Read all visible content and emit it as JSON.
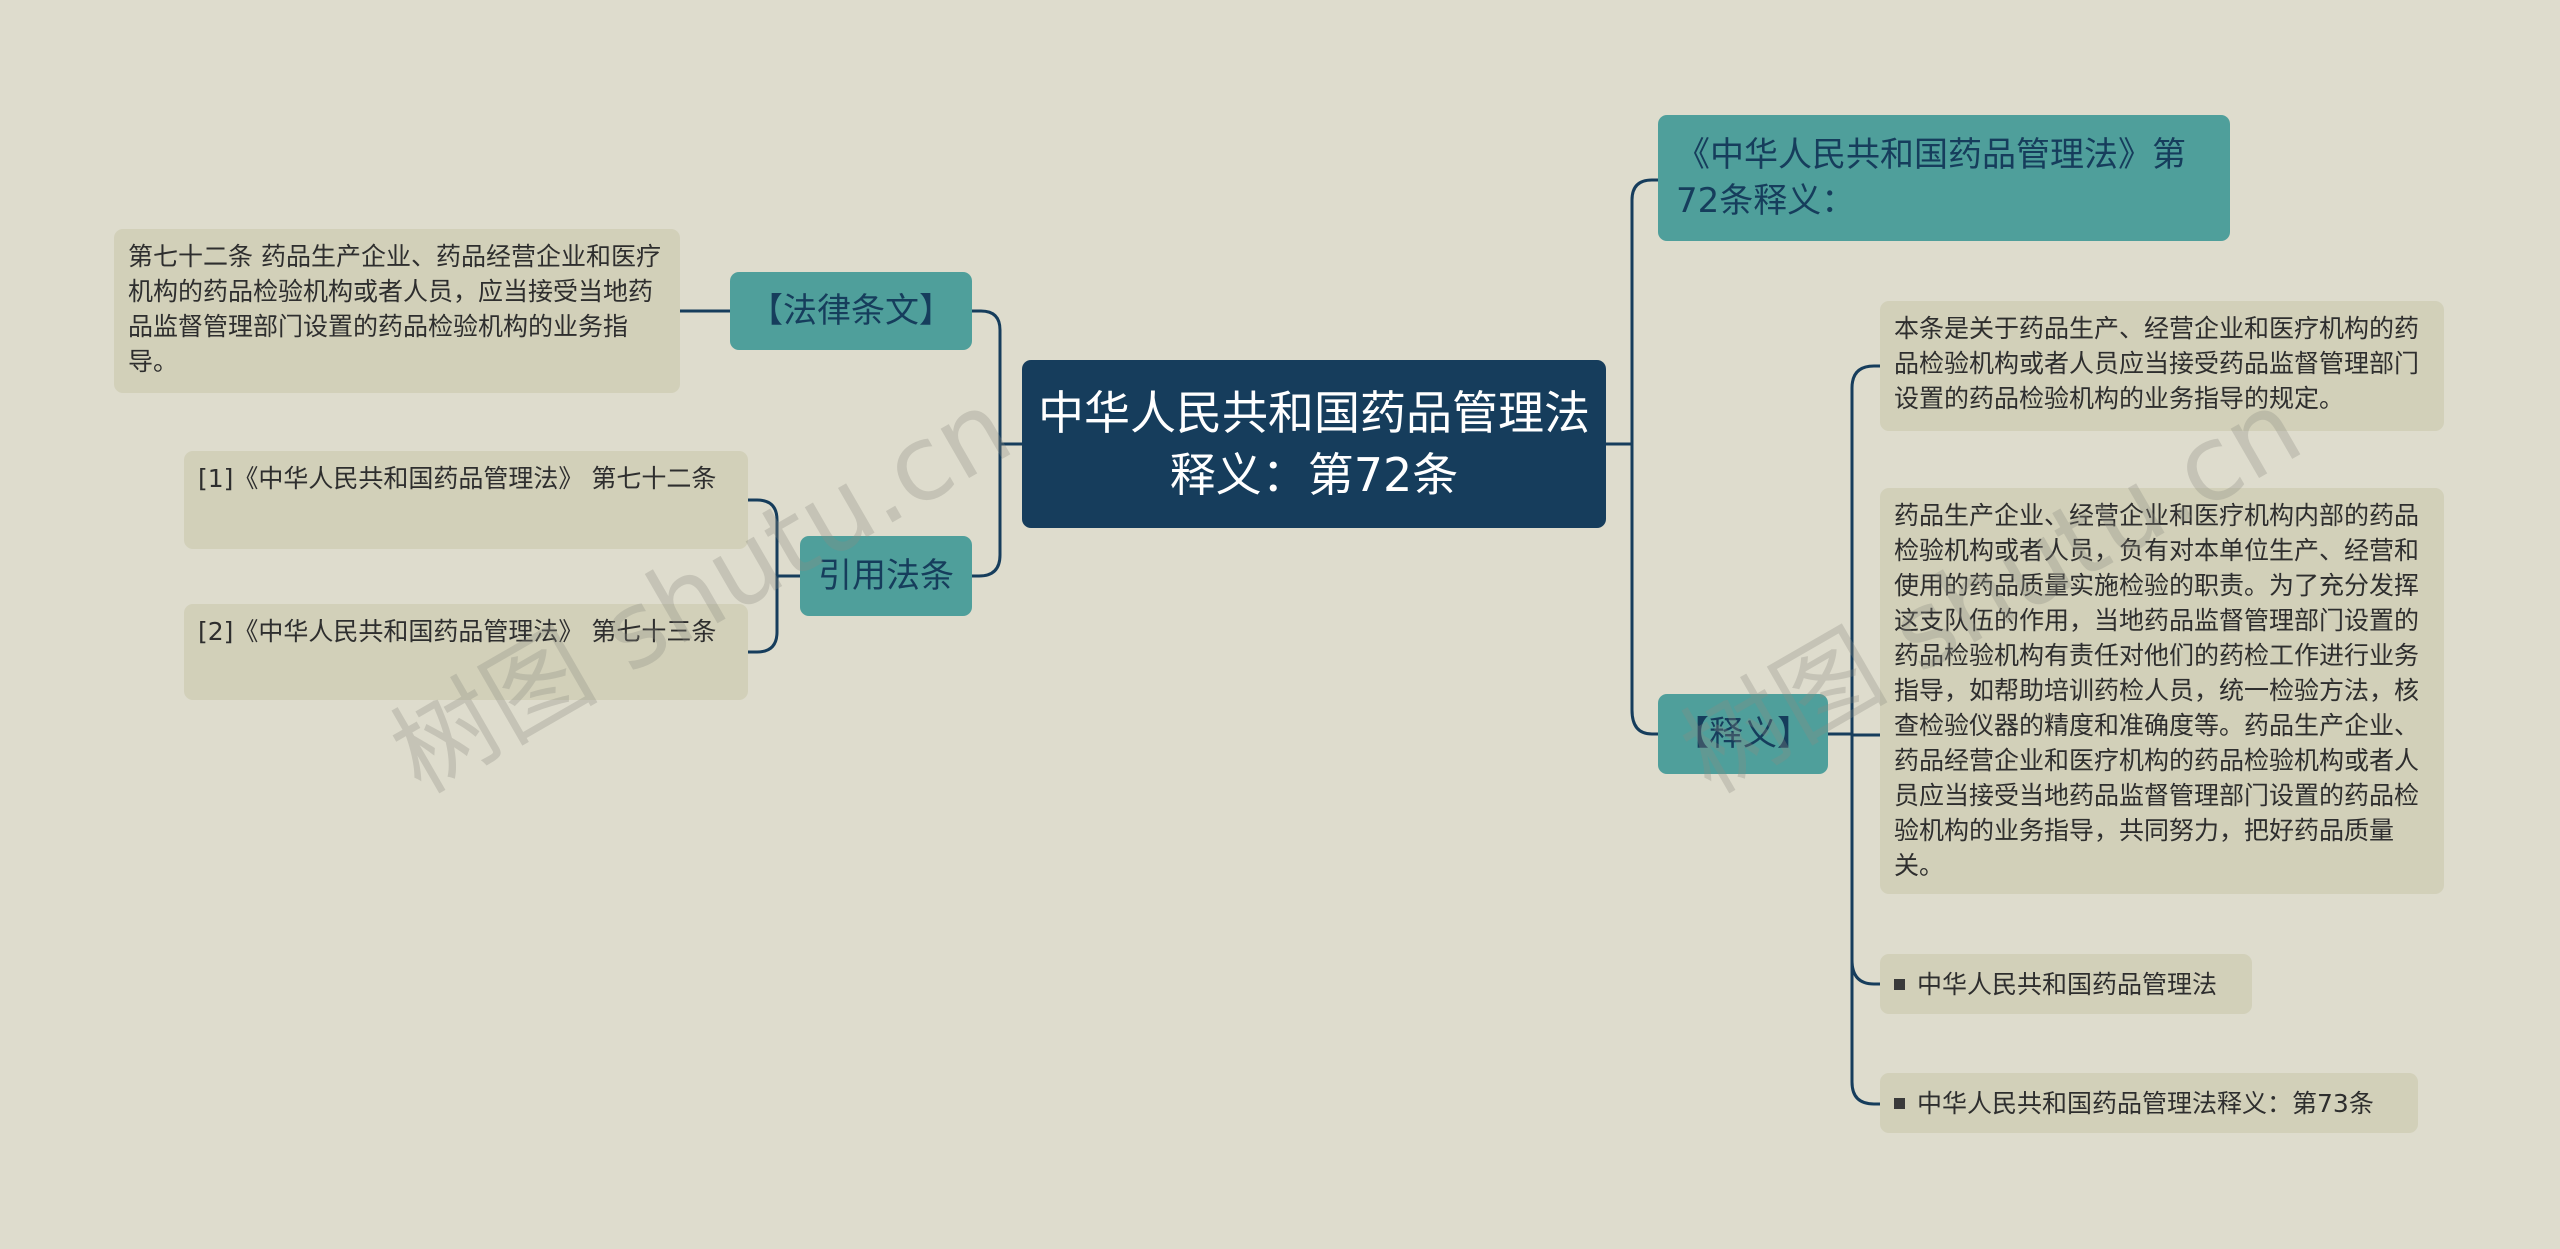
{
  "root": {
    "title": "中华人民共和国药品管理法释义：第72条"
  },
  "left": {
    "law_text": {
      "label": "【法律条文】",
      "content": "第七十二条 药品生产企业、药品经营企业和医疗机构的药品检验机构或者人员，应当接受当地药品监督管理部门设置的药品检验机构的业务指导。"
    },
    "citations": {
      "label": "引用法条",
      "items": [
        "[1]《中华人民共和国药品管理法》 第七十二条",
        "[2]《中华人民共和国药品管理法》 第七十三条"
      ]
    }
  },
  "right": {
    "header": "《中华人民共和国药品管理法》第72条释义：",
    "interpretation": {
      "label": "【释义】",
      "paragraph1": "本条是关于药品生产、经营企业和医疗机构的药品检验机构或者人员应当接受药品监督管理部门设置的药品检验机构的业务指导的规定。",
      "paragraph2": "药品生产企业、经营企业和医疗机构内部的药品检验机构或者人员，负有对本单位生产、经营和使用的药品质量实施检验的职责。为了充分发挥这支队伍的作用，当地药品监督管理部门设置的药品检验机构有责任对他们的药检工作进行业务指导，如帮助培训药检人员，统一检验方法，核查检验仪器的精度和准确度等。药品生产企业、药品经营企业和医疗机构的药品检验机构或者人员应当接受当地药品监督管理部门设置的药品检验机构的业务指导，共同努力，把好药品质量关。",
      "related": [
        "中华人民共和国药品管理法",
        "中华人民共和国药品管理法释义：第73条"
      ]
    }
  },
  "watermark": "树图 shutu.cn",
  "colors": {
    "background": "#dedccd",
    "root": "#163d5c",
    "branch": "#4f9f9b",
    "leaf": "#d2d0b9",
    "connector": "#163d5c"
  }
}
